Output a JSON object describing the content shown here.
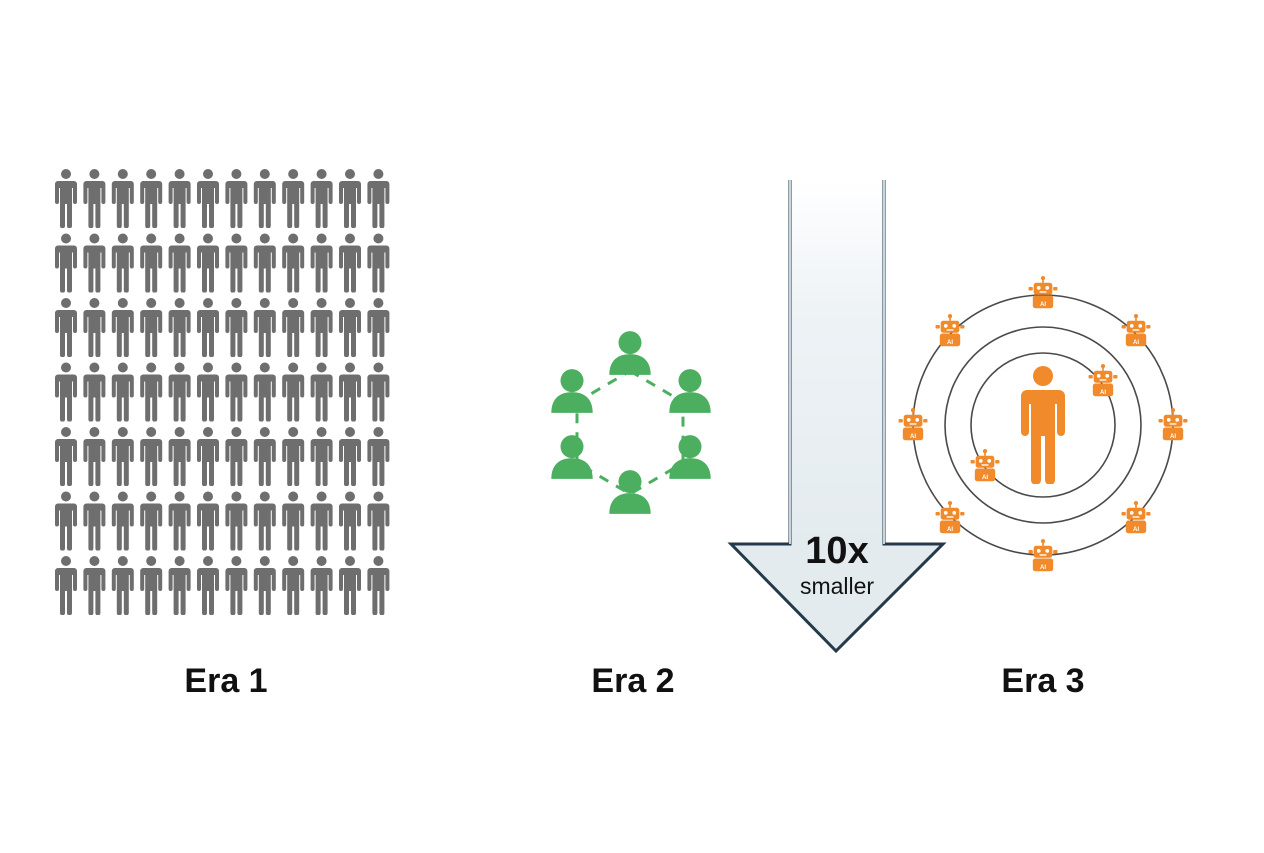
{
  "eras": [
    {
      "label": "Era 1",
      "color": "#6e6e6e",
      "people_rows": 7,
      "people_per_row": 12,
      "icon": "person-icon"
    },
    {
      "label": "Era 2",
      "color": "#4caf60",
      "team_members": 6,
      "icon": "team-member-icon"
    },
    {
      "label": "Era 3",
      "color": "#f08a2a",
      "people": 1,
      "robots": 10,
      "icon": "robot-icon"
    }
  ],
  "arrow": {
    "big": "10x",
    "small": "smaller",
    "fill": "#e4ebef",
    "stroke": "#243a4a"
  },
  "robot_text": [
    "AI",
    "AI",
    "AI",
    "AI",
    "AI",
    "AI",
    "AI",
    "AI",
    "AI",
    "AI"
  ]
}
